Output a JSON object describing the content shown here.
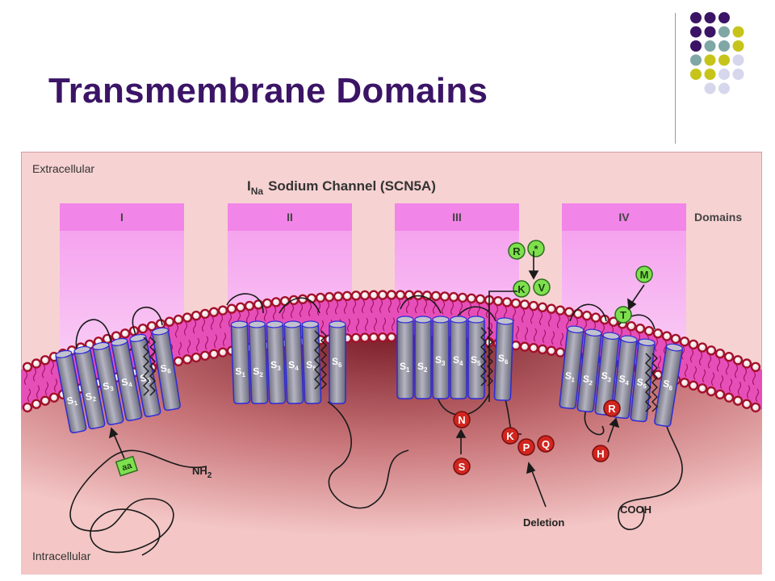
{
  "slide": {
    "title": "Transmembrane Domains"
  },
  "dot_grid": {
    "rows": [
      [
        "purple",
        "purple",
        "purple",
        "none"
      ],
      [
        "purple",
        "purple",
        "teal",
        "yellow"
      ],
      [
        "purple",
        "teal",
        "teal",
        "yellow"
      ],
      [
        "teal",
        "yellow",
        "yellow",
        "lavender"
      ],
      [
        "yellow",
        "yellow",
        "lavender",
        "lavender"
      ],
      [
        "none",
        "lavender",
        "lavender",
        "none"
      ]
    ],
    "colors": {
      "purple": "#3b1466",
      "teal": "#7fa7a5",
      "yellow": "#c6c41a",
      "lavender": "#d6d6ec"
    }
  },
  "figure": {
    "extracellular_label": "Extracellular",
    "intracellular_label": "Intracellular",
    "title_i": "I",
    "title_sub": "Na",
    "title_rest": "Sodium Channel (SCN5A)",
    "domains_label": "Domains",
    "domains": [
      "I",
      "II",
      "III",
      "IV"
    ],
    "segment_prefix": "S",
    "segments": [
      "1",
      "2",
      "3",
      "4",
      "5",
      "6"
    ],
    "nh2_label": "NH",
    "nh2_sub": "2",
    "cooh_label": "COOH",
    "deletion_label": "Deletion",
    "aa_badge": "aa",
    "mutations": {
      "green": [
        "R",
        "*",
        "K",
        "V",
        "M",
        "T"
      ],
      "red": [
        "N",
        "S",
        "K",
        "P",
        "Q",
        "R",
        "H"
      ]
    },
    "colors": {
      "background": "#f7d2d2",
      "domain_box": "#f5a8ef",
      "helix": "#8c8c9c",
      "membrane_pink": "#e64fb8",
      "head_red": "#a3102a",
      "green_badge": "#7ee04e",
      "red_badge": "#d1261f"
    }
  }
}
